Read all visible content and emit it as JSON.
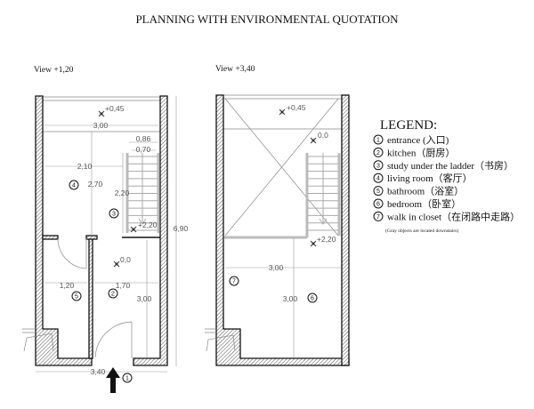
{
  "title": "PLANNING WITH ENVIRONMENTAL QUOTATION",
  "plans": [
    {
      "view_label": "View  +1,20",
      "levels": [
        "+0,45",
        "+2,20",
        "0,0"
      ],
      "dims": {
        "top_width": "3,00",
        "stair_outer": "0,86",
        "stair_inner": "0,70",
        "living_width": "2,10",
        "living_depth": "2,70",
        "stair_length": "2,20",
        "total_depth": "6,90",
        "bath_width": "1,20",
        "kitchen_width": "1,70",
        "kitchen_depth": "3,00",
        "total_width": "3,40"
      },
      "rooms": [
        "4",
        "3",
        "5",
        "2"
      ],
      "entrance_marker": "1"
    },
    {
      "view_label": "View  +3,40",
      "levels": [
        "+0,45",
        "0,0",
        "+2,20"
      ],
      "dims": {
        "bed_width": "3,00",
        "bed_depth": "3,00"
      },
      "rooms": [
        "7",
        "6"
      ]
    }
  ],
  "legend": {
    "title": "LEGEND:",
    "items": [
      {
        "num": "1",
        "label": "entrance (入口)"
      },
      {
        "num": "2",
        "label": "kitchen（厨房）"
      },
      {
        "num": "3",
        "label": "study under the ladder（书房）"
      },
      {
        "num": "4",
        "label": "living room（客厅）"
      },
      {
        "num": "5",
        "label": "bathroom（浴室）"
      },
      {
        "num": "6",
        "label": "bedroom（卧室）"
      },
      {
        "num": "7",
        "label": "walk in closet（在闭路中走路）"
      }
    ],
    "note": "(Gray objects are located downstairs)"
  }
}
